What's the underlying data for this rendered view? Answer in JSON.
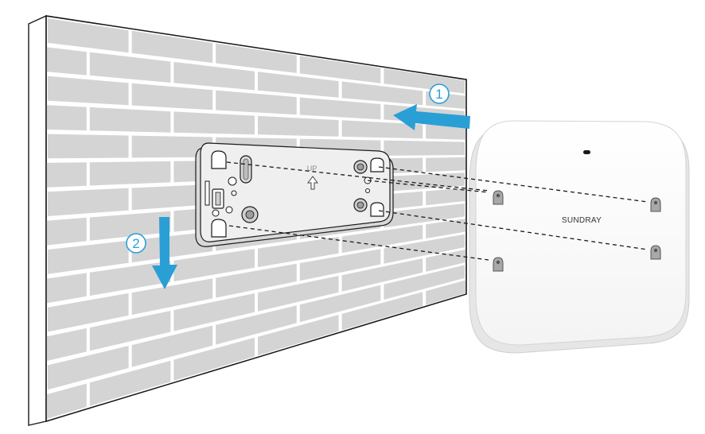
{
  "steps": [
    {
      "number": "1"
    },
    {
      "number": "2"
    }
  ],
  "mount_plate": {
    "marking": "UP"
  },
  "access_point": {
    "brand": "SUNDRAY"
  },
  "colors": {
    "arrow": "#2a9fd6",
    "brick": "#d4d4d4",
    "mortar": "#ffffff",
    "outline": "#1a1a1a",
    "device": "#ffffff",
    "device_edge": "#dddddd"
  },
  "icons": {
    "step_1_arrow": "arrow-left-icon",
    "step_2_arrow": "arrow-down-icon",
    "plate_arrow": "arrow-up-icon"
  }
}
